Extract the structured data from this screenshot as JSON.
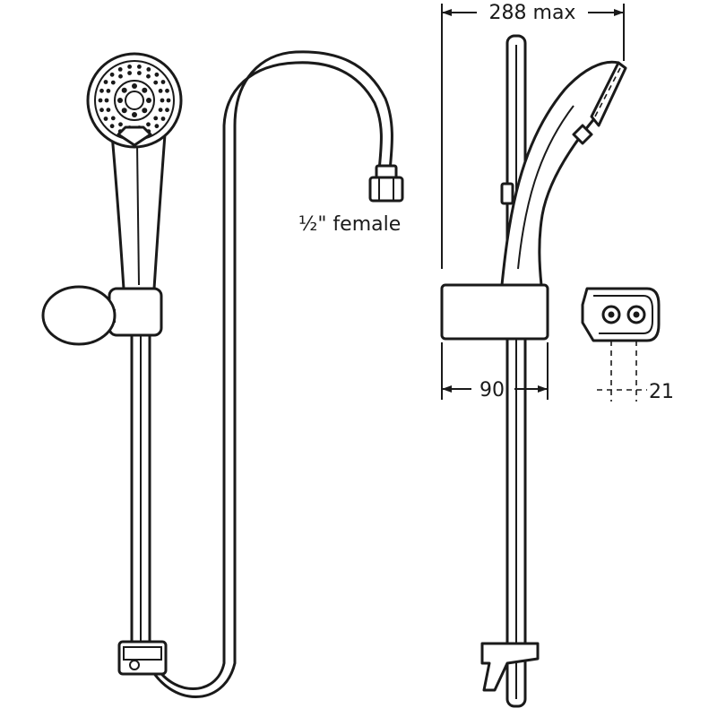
{
  "diagram": {
    "labels": {
      "hose_thread": "½\" female",
      "overall_depth": "288 max",
      "bracket_width": "90",
      "bracket_offset": "21"
    },
    "colors": {
      "line": "#1a1a1a",
      "background": "#ffffff"
    }
  }
}
